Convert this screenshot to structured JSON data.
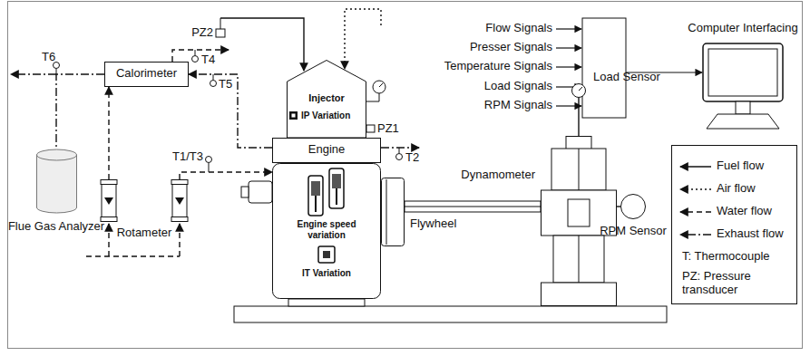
{
  "diagram": {
    "nodes": [
      {
        "text": [
          "Injector",
          "IP Variation"
        ]
      },
      {
        "text": [
          "Engine"
        ]
      },
      {
        "text": [
          "Engine speed variation",
          "IT Variation"
        ]
      },
      {
        "text": [
          "Calorimeter"
        ]
      },
      {
        "text": [
          "Flue Gas Analyzer"
        ]
      },
      {
        "text": [
          "Rotameter"
        ]
      },
      {
        "text": [
          "Flywheel"
        ]
      },
      {
        "text": [
          "Dynamometer"
        ]
      },
      {
        "text": [
          "Load Sensor"
        ]
      },
      {
        "text": [
          "RPM Sensor"
        ]
      },
      {
        "text": [
          "Computer Interfacing"
        ]
      }
    ],
    "edges": [
      {
        "from": 1,
        "to": 3,
        "arrow": "to"
      },
      {
        "from": 3,
        "to": 4,
        "arrow": "none"
      },
      {
        "from": 5,
        "to": 2,
        "arrow": "to"
      },
      {
        "from": 5,
        "to": 3,
        "arrow": "to"
      },
      {
        "from": 6,
        "to": 7,
        "arrow": "none"
      },
      {
        "from": 8,
        "to": 7,
        "arrow": "none"
      },
      {
        "from": 7,
        "to": 9,
        "arrow": "none"
      }
    ],
    "labels": [
      "PZ2",
      "T6",
      "T4",
      "T5",
      "PZ1",
      "T2",
      "T1/T3",
      "Flow Signals",
      "Presser Signals",
      "Temperature Signals",
      "Load Signals",
      "RPM Signals"
    ],
    "legend": [
      {
        "text": "Fuel flow"
      },
      {
        "text": "Air flow"
      },
      {
        "text": "Water flow"
      },
      {
        "text": "Exhaust flow"
      },
      {
        "text": "T: Thermocouple"
      },
      {
        "text": "PZ: Pressure transducer"
      }
    ]
  }
}
